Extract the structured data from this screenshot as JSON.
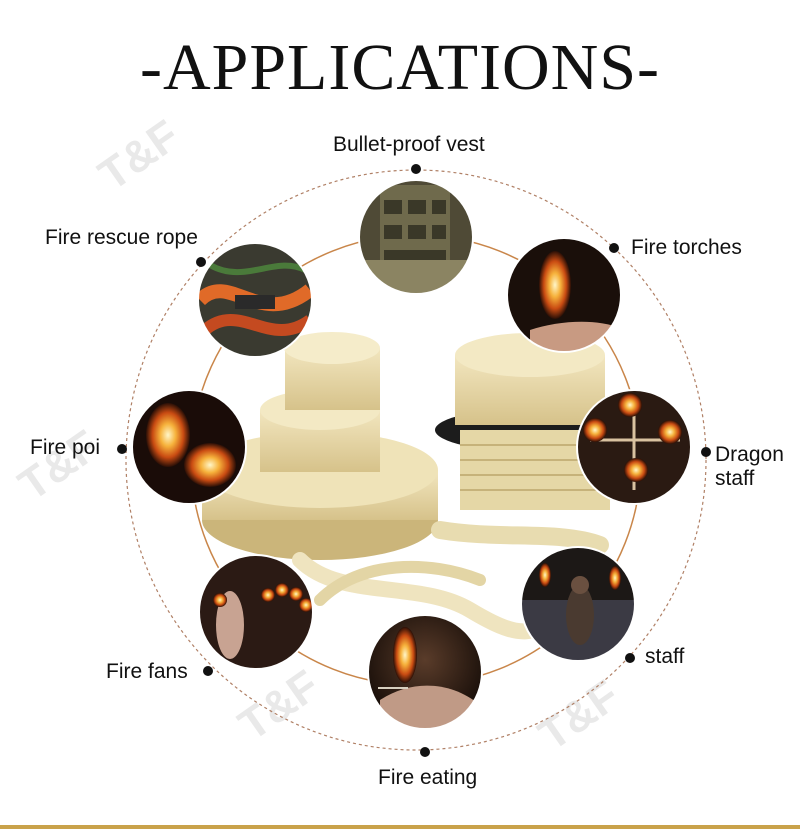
{
  "title": "-APPLICATIONS-",
  "watermark": "T&F",
  "colors": {
    "ring_outer": "#b08066",
    "ring_inner": "#c9864a",
    "fiber": "#e8d9a8",
    "accent_line": "#c9a24a"
  },
  "applications": [
    {
      "id": "bullet-proof-vest",
      "label": "Bullet-proof vest",
      "image": "camouflage-vest-photo"
    },
    {
      "id": "fire-torches",
      "label": "Fire torches",
      "image": "fire-torch-photo"
    },
    {
      "id": "dragon-staff",
      "label": "Dragon staff",
      "image": "dragon-staff-photo"
    },
    {
      "id": "staff",
      "label": "staff",
      "image": "fire-staff-photo"
    },
    {
      "id": "fire-eating",
      "label": "Fire eating",
      "image": "fire-eating-photo"
    },
    {
      "id": "fire-fans",
      "label": "Fire fans",
      "image": "fire-fans-photo"
    },
    {
      "id": "fire-poi",
      "label": "Fire poi",
      "image": "fire-poi-photo"
    },
    {
      "id": "fire-rescue-rope",
      "label": "Fire rescue rope",
      "image": "rescue-rope-photo"
    }
  ]
}
